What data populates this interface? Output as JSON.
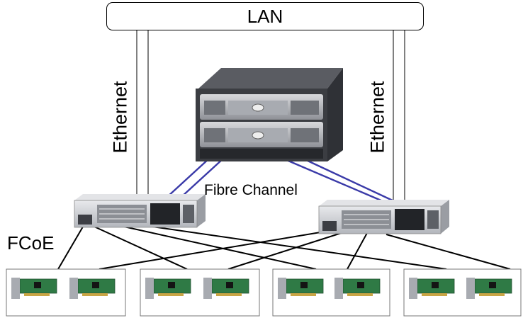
{
  "labels": {
    "lan": "LAN",
    "ethernet_left": "Ethernet",
    "ethernet_right": "Ethernet",
    "fibre_channel": "Fibre Channel",
    "fcoe": "FCoE"
  },
  "colors": {
    "fibre_channel_link": "#3a3aa8",
    "link": "#000000",
    "device_metal": "#c9cbd0",
    "storage_body": "#3b3d42",
    "nic_board": "#2f7a45"
  },
  "nodes": {
    "lan": "network",
    "storage": "storage-array",
    "switches": [
      "fcoe-switch-left",
      "fcoe-switch-right"
    ],
    "servers": [
      "server-1",
      "server-2",
      "server-3",
      "server-4"
    ]
  }
}
